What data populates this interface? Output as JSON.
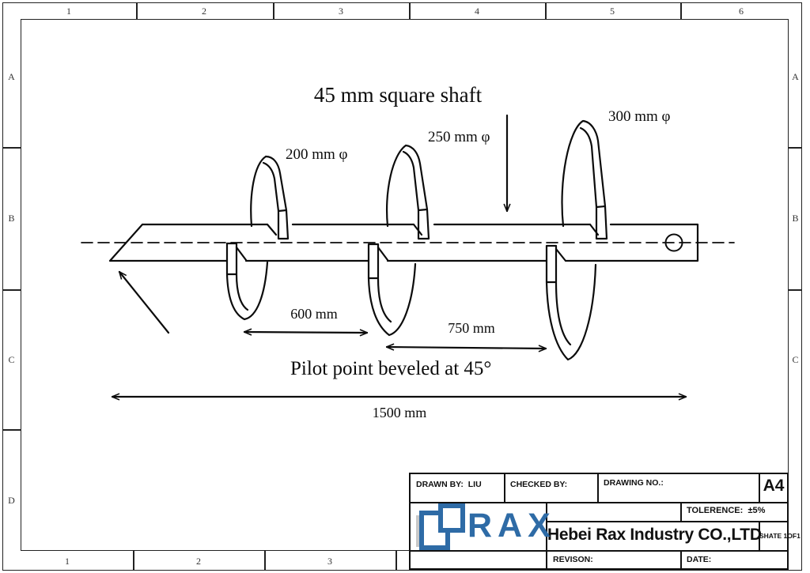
{
  "border": {
    "top_labels": [
      "1",
      "2",
      "3",
      "4",
      "5",
      "6"
    ],
    "bottom_labels": [
      "1",
      "2",
      "3"
    ],
    "left_labels": [
      "A",
      "B",
      "C",
      "D"
    ],
    "right_labels": [
      "A",
      "B",
      "C"
    ]
  },
  "drawing": {
    "shaft_label": "45 mm square shaft",
    "flight_labels": [
      "200 mm φ",
      "250 mm φ",
      "300 mm φ"
    ],
    "dim_600": "600 mm",
    "dim_750": "750 mm",
    "dim_1500": "1500 mm",
    "pilot_note": "Pilot point beveled at 45°"
  },
  "title_block": {
    "drawn_by_label": "DRAWN BY:",
    "drawn_by_value": "LIU",
    "checked_by_label": "CHECKED BY:",
    "drawing_no_label": "DRAWING NO.:",
    "paper_size": "A4",
    "tolerance_label": "TOLERENCE:",
    "tolerance_value": "±5%",
    "company": "Hebei Rax Industry CO.,LTD",
    "sheet": "SHATE 1OF1",
    "revision_label": "REVISON:",
    "date_label": "DATE:",
    "logo_text": "RAX",
    "logo_color": "#2e6ba6",
    "line_color": "#111111"
  }
}
